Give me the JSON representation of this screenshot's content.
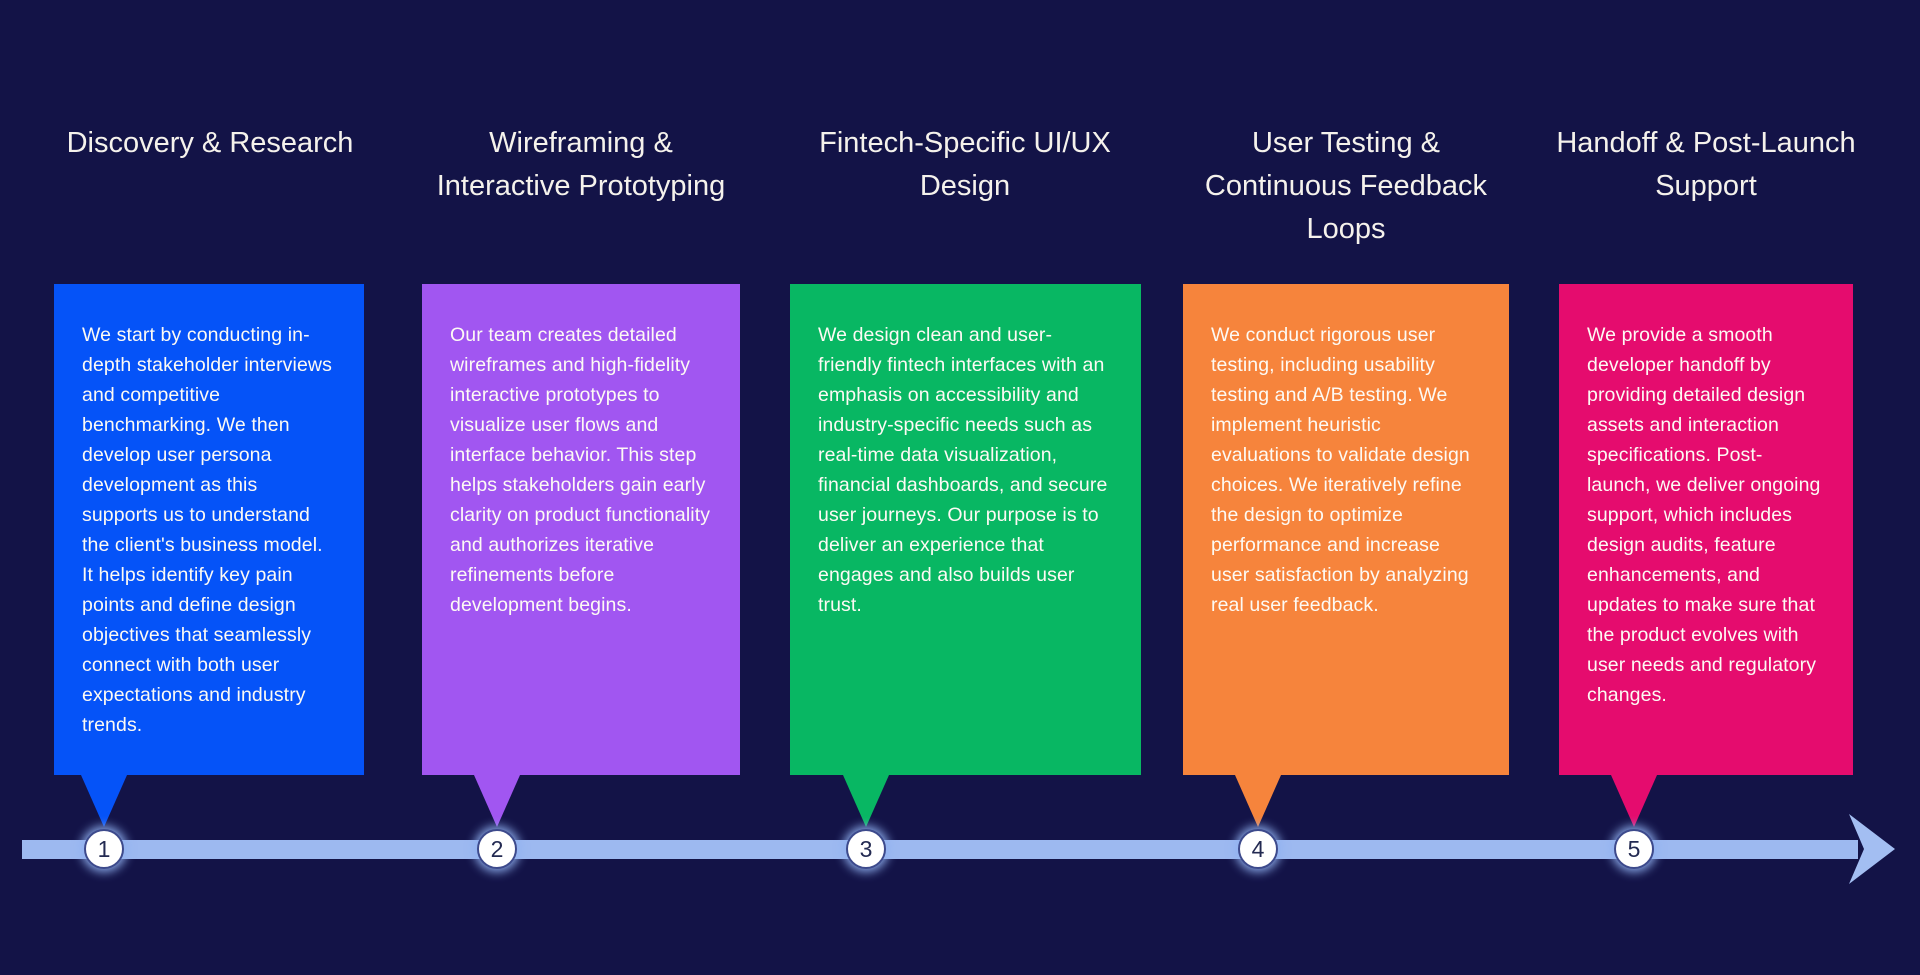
{
  "page": {
    "background_color": "#131347"
  },
  "timeline": {
    "bar_color": "#9db9f0",
    "arrow_color": "#a3bef2",
    "marker_fill": "#ffffff",
    "marker_text_color": "#232a52"
  },
  "stages": [
    {
      "number": "1",
      "title": "Discovery & Research",
      "description": "We start by conducting in-depth stakeholder interviews and competitive benchmarking. We then develop user persona development as this supports us to understand the client's business model. It helps identify key pain points and define design objectives that seamlessly connect with both user expectations and industry trends.",
      "color": "#0553f8"
    },
    {
      "number": "2",
      "title": "Wireframing &\nInteractive Prototyping",
      "description": "Our team creates detailed wireframes and high-fidelity interactive prototypes to visualize user flows and interface behavior. This step helps stakeholders gain early clarity on product functionality and authorizes iterative refinements before development begins.",
      "color": "#a156f1"
    },
    {
      "number": "3",
      "title": "Fintech-Specific UI/UX\nDesign",
      "description": "We design clean and user-friendly fintech interfaces with an emphasis on accessibility and industry-specific needs such as real-time data visualization, financial dashboards, and secure user journeys. Our purpose is to deliver an experience that engages and also builds user trust.",
      "color": "#08b763"
    },
    {
      "number": "4",
      "title": "User Testing &\nContinuous Feedback\nLoops",
      "description": "We conduct rigorous user testing, including usability testing and A/B testing. We implement heuristic evaluations to validate design choices. We iteratively refine the design to optimize performance and increase user satisfaction by analyzing real user feedback.",
      "color": "#f6843c"
    },
    {
      "number": "5",
      "title": "Handoff & Post-Launch\nSupport",
      "description": "We provide a smooth developer handoff by providing detailed design assets and interaction specifications. Post-launch, we deliver ongoing support, which includes design audits, feature enhancements, and updates to make sure that the product evolves with user needs and regulatory changes.",
      "color": "#e50c6e"
    }
  ]
}
